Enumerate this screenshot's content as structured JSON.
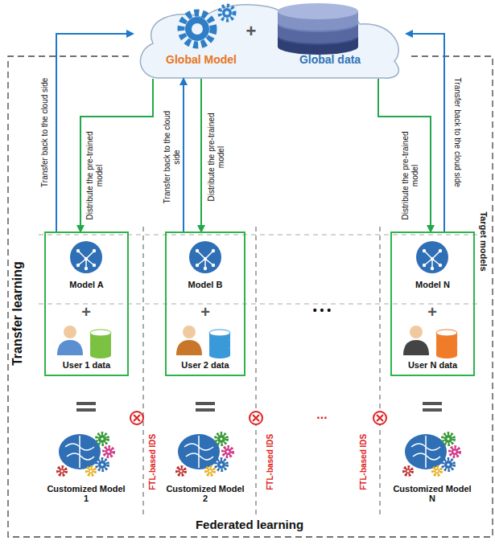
{
  "diagram": {
    "nodes": [
      {
        "text": [
          "Global Model",
          "Global data"
        ]
      },
      {
        "text": [
          "Model A",
          "User 1 data"
        ]
      },
      {
        "text": [
          "Model B",
          "User 2 data"
        ]
      },
      {
        "text": [
          "Model N",
          "User N data"
        ]
      }
    ],
    "edges": [
      {
        "from": 1,
        "to": 0,
        "arrow": "to",
        "label": "Transfer back to the cloud side"
      },
      {
        "from": 0,
        "to": 1,
        "arrow": "to",
        "label": "Distribute the pre-trained model"
      },
      {
        "from": 2,
        "to": 0,
        "arrow": "to",
        "label": "Transfer back to the cloud side"
      },
      {
        "from": 0,
        "to": 2,
        "arrow": "to",
        "label": "Distribute the pre-trained model"
      },
      {
        "from": 3,
        "to": 0,
        "arrow": "to",
        "label": "Transfer back to the cloud side"
      },
      {
        "from": 0,
        "to": 3,
        "arrow": "to",
        "label": "Distribute the pre-trained model"
      }
    ],
    "labels": [
      "+",
      "Transfer learning",
      "Target models",
      "+",
      "+",
      "+",
      "• • •",
      "FTL-based IDS",
      "FTL-based IDS",
      "...",
      "FTL-based IDS",
      "Customized Model 1",
      "Customized Model 2",
      "Customized Model N",
      "Federated learning"
    ]
  }
}
